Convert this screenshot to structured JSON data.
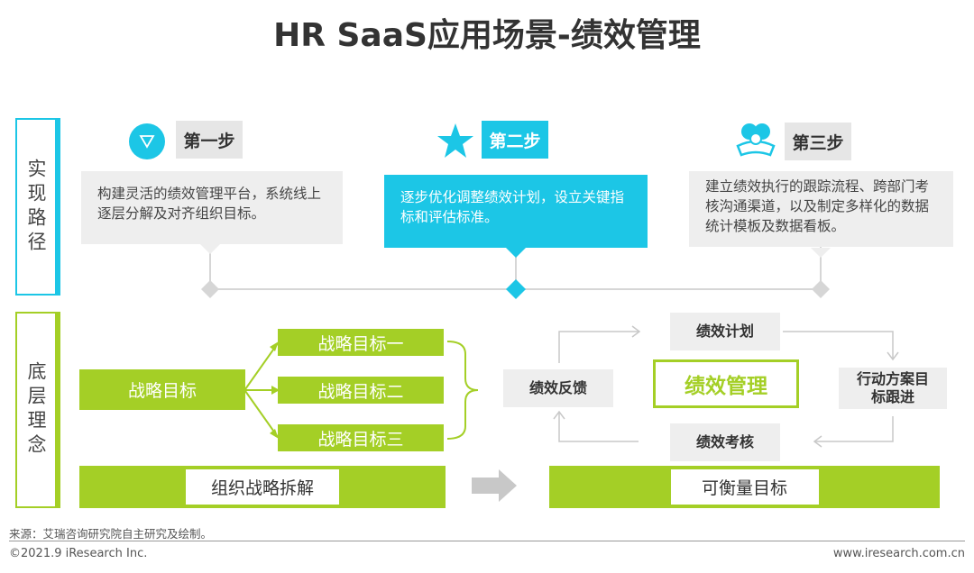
{
  "title": "HR SaaS应用场景-绩效管理",
  "labels": {
    "path": "实现路径",
    "concept": "底层理念"
  },
  "steps": [
    {
      "label": "第一步",
      "desc": "构建灵活的绩效管理平台，系统线上逐层分解及对齐组织目标。",
      "icon": "triangle-icon"
    },
    {
      "label": "第二步",
      "desc": "逐步优化调整绩效计划，设立关键指标和评估标准。",
      "icon": "star-icon"
    },
    {
      "label": "第三步",
      "desc": "建立绩效执行的跟踪流程、跨部门考核沟通渠道，以及制定多样化的数据统计模板及数据看板。",
      "icon": "team-icon"
    }
  ],
  "strategy": {
    "main": "战略目标",
    "goals": [
      "战略目标一",
      "战略目标二",
      "战略目标三"
    ],
    "bottom": "组织战略拆解"
  },
  "cycle": {
    "core": "绩效管理",
    "plan": "绩效计划",
    "action": "行动方案目标跟进",
    "review": "绩效考核",
    "feedback": "绩效反馈",
    "bottom": "可衡量目标"
  },
  "colors": {
    "cyan": "#1cc6e6",
    "green": "#a4cf26",
    "gray": "#eeeeee"
  },
  "footer": {
    "source": "来源：艾瑞咨询研究院自主研究及绘制。",
    "copyright": "©2021.9 iResearch Inc.",
    "website": "www.iresearch.com.cn"
  }
}
